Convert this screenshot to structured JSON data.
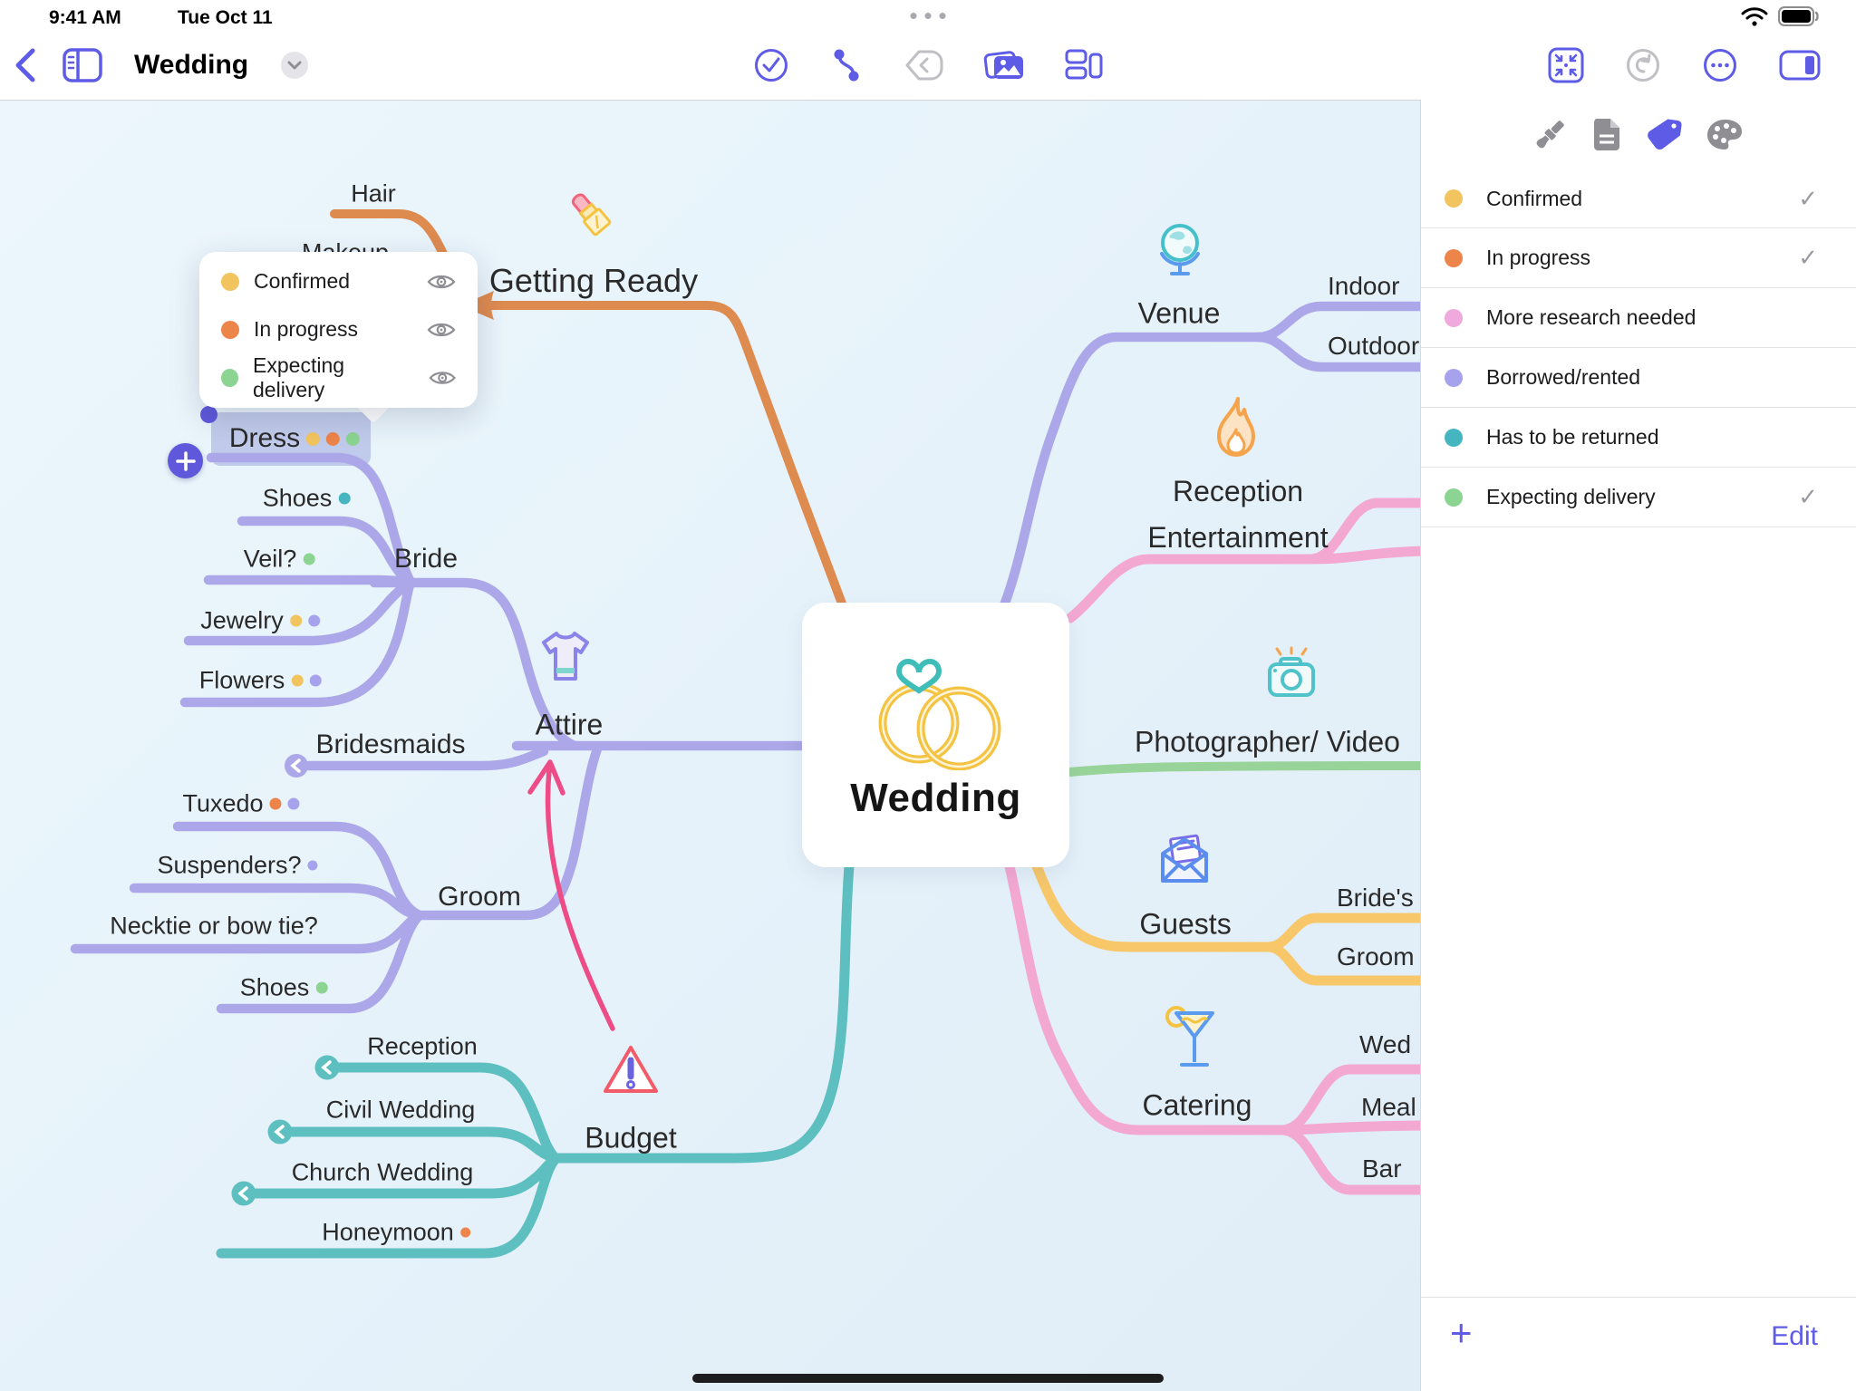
{
  "status_bar": {
    "time": "9:41 AM",
    "date": "Tue Oct 11"
  },
  "toolbar": {
    "title": "Wedding"
  },
  "colors": {
    "accent": "#5E5CE6",
    "branch_orange": "#DE8B50",
    "branch_periwinkle": "#ACA7E8",
    "branch_teal": "#5EBFC1",
    "branch_pink": "#F3A8D2",
    "branch_yellow": "#F7C76A",
    "branch_green": "#98D49A",
    "relationship_arrow": "#EE4C86"
  },
  "tag_colors": {
    "confirmed": "#F2C45F",
    "in_progress": "#ED8449",
    "more_research": "#EFA9DC",
    "borrowed": "#A7A2EC",
    "returned": "#45B5C0",
    "expecting_delivery": "#8BD492"
  },
  "panel": {
    "tags": [
      {
        "label": "Confirmed",
        "color": "#F2C45F",
        "checkmark": "✓"
      },
      {
        "label": "In progress",
        "color": "#ED8449",
        "checkmark": "✓"
      },
      {
        "label": "More research needed",
        "color": "#EFA9DC",
        "checkmark": ""
      },
      {
        "label": "Borrowed/rented",
        "color": "#A7A2EC",
        "checkmark": ""
      },
      {
        "label": "Has to be returned",
        "color": "#45B5C0",
        "checkmark": ""
      },
      {
        "label": "Expecting delivery",
        "color": "#8BD492",
        "checkmark": "✓"
      }
    ],
    "add_label": "+",
    "edit_label": "Edit"
  },
  "popup": {
    "items": [
      {
        "label": "Confirmed",
        "color": "#F2C45F"
      },
      {
        "label": "In progress",
        "color": "#ED8449"
      },
      {
        "label": "Expecting delivery",
        "color": "#8BD492"
      }
    ]
  },
  "map": {
    "center_label": "Wedding",
    "nodes": {
      "hair": "Hair",
      "makeup": "Makeup",
      "getting_ready": "Getting Ready",
      "dress": "Dress",
      "shoes_bride": "Shoes",
      "veil": "Veil?",
      "jewelry": "Jewelry",
      "flowers": "Flowers",
      "bride": "Bride",
      "bridesmaids": "Bridesmaids",
      "tuxedo": "Tuxedo",
      "suspenders": "Suspenders?",
      "necktie": "Necktie or bow tie?",
      "shoes_groom": "Shoes",
      "groom": "Groom",
      "attire": "Attire",
      "reception": "Reception",
      "civil_wedding": "Civil Wedding",
      "church_wedding": "Church Wedding",
      "honeymoon": "Honeymoon",
      "budget": "Budget",
      "venue": "Venue",
      "indoor": "Indoor",
      "outdoor": "Outdoor",
      "reception_entertainment_1": "Reception",
      "reception_entertainment_2": "Entertainment",
      "photographer": "Photographer/ Video",
      "guests": "Guests",
      "guests_bride_side": "Bride's",
      "guests_groom_side": "Groom",
      "catering_wedding": "Wed",
      "catering_meal": "Meal",
      "catering_bar": "Bar",
      "catering": "Catering"
    },
    "node_tag_dots": {
      "dress": [
        "confirmed",
        "in_progress",
        "expecting_delivery"
      ],
      "shoes_bride": [
        "returned"
      ],
      "veil": [
        "expecting_delivery"
      ],
      "jewelry": [
        "confirmed",
        "borrowed"
      ],
      "flowers": [
        "confirmed",
        "borrowed"
      ],
      "tuxedo": [
        "in_progress",
        "borrowed"
      ],
      "suspenders": [
        "borrowed"
      ],
      "shoes_groom": [
        "expecting_delivery"
      ],
      "honeymoon": [
        "in_progress"
      ]
    }
  }
}
